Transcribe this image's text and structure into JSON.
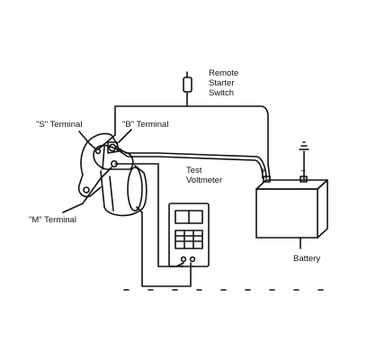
{
  "labels": {
    "remote_switch": "Remote\nStarter\nSwitch",
    "s_terminal": "\"S\" Terminal",
    "b_terminal": "\"B\" Terminal",
    "m_terminal": "\"M\" Terminal",
    "test_voltmeter": "Test\nVoltmeter",
    "battery": "Battery",
    "battery_pos": "+",
    "battery_neg": "−",
    "meter_pos": "+",
    "meter_neg": "−"
  },
  "colors": {
    "line": "#111111",
    "background": "#ffffff"
  }
}
